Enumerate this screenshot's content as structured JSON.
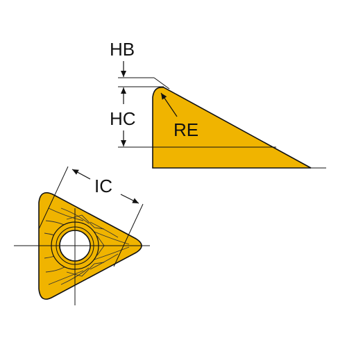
{
  "labels": {
    "hb": "HB",
    "hc": "HC",
    "re": "RE",
    "ic": "IC"
  },
  "colors": {
    "insert_fill": "#f0b400",
    "line": "#111111",
    "background": "#ffffff"
  }
}
